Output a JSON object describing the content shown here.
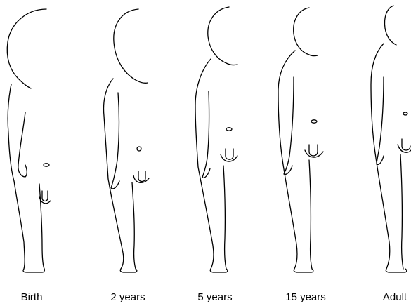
{
  "figures": [
    {
      "id": "birth",
      "label": "Birth"
    },
    {
      "id": "2y",
      "label": "2 years"
    },
    {
      "id": "5y",
      "label": "5 years"
    },
    {
      "id": "15y",
      "label": "15 years"
    },
    {
      "id": "adult",
      "label": "Adult"
    }
  ]
}
